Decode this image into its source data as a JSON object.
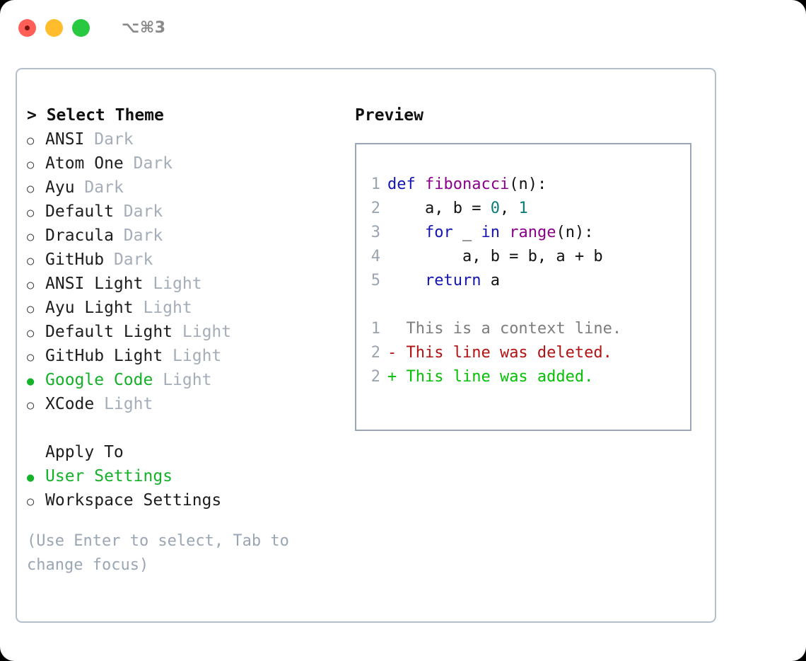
{
  "titlebar": {
    "shortcut": "⌥⌘3",
    "buttons": [
      {
        "name": "close",
        "color": "#ff5f57"
      },
      {
        "name": "minimize",
        "color": "#ffbd2e"
      },
      {
        "name": "maximize",
        "color": "#28c840"
      }
    ]
  },
  "left": {
    "section_title": "> Select Theme",
    "bullet_off": "○",
    "bullet_on": "●",
    "themes": [
      {
        "name": "ANSI",
        "tag": "Dark",
        "selected": false
      },
      {
        "name": "Atom One",
        "tag": "Dark",
        "selected": false
      },
      {
        "name": "Ayu",
        "tag": "Dark",
        "selected": false
      },
      {
        "name": "Default",
        "tag": "Dark",
        "selected": false
      },
      {
        "name": "Dracula",
        "tag": "Dark",
        "selected": false
      },
      {
        "name": "GitHub",
        "tag": "Dark",
        "selected": false
      },
      {
        "name": "ANSI Light",
        "tag": "Light",
        "selected": false
      },
      {
        "name": "Ayu Light",
        "tag": "Light",
        "selected": false
      },
      {
        "name": "Default Light",
        "tag": "Light",
        "selected": false
      },
      {
        "name": "GitHub Light",
        "tag": "Light",
        "selected": false
      },
      {
        "name": "Google Code",
        "tag": "Light",
        "selected": true
      },
      {
        "name": "XCode",
        "tag": "Light",
        "selected": false
      }
    ],
    "apply_to": {
      "heading": "Apply To",
      "options": [
        {
          "name": "User Settings",
          "selected": true
        },
        {
          "name": "Workspace Settings",
          "selected": false
        }
      ]
    },
    "hint": "(Use Enter to select, Tab to change focus)"
  },
  "right": {
    "preview_title": "Preview",
    "code_lines": [
      {
        "num": "1",
        "tokens": [
          {
            "t": "def",
            "c": "kw"
          },
          {
            "t": " ",
            "c": "pl"
          },
          {
            "t": "fibonacci",
            "c": "fn"
          },
          {
            "t": "(n):",
            "c": "pl"
          }
        ]
      },
      {
        "num": "2",
        "tokens": [
          {
            "t": "    a, b = ",
            "c": "pl"
          },
          {
            "t": "0",
            "c": "num"
          },
          {
            "t": ", ",
            "c": "pl"
          },
          {
            "t": "1",
            "c": "num"
          }
        ]
      },
      {
        "num": "3",
        "tokens": [
          {
            "t": "    ",
            "c": "pl"
          },
          {
            "t": "for",
            "c": "kw"
          },
          {
            "t": " _ ",
            "c": "pl"
          },
          {
            "t": "in",
            "c": "kw"
          },
          {
            "t": " ",
            "c": "pl"
          },
          {
            "t": "range",
            "c": "fn"
          },
          {
            "t": "(n):",
            "c": "pl"
          }
        ]
      },
      {
        "num": "4",
        "tokens": [
          {
            "t": "        a, b = b, a + b",
            "c": "pl"
          }
        ]
      },
      {
        "num": "5",
        "tokens": [
          {
            "t": "    ",
            "c": "pl"
          },
          {
            "t": "return",
            "c": "kw"
          },
          {
            "t": " a",
            "c": "pl"
          }
        ]
      }
    ],
    "diff_lines": [
      {
        "num": "1",
        "marker": " ",
        "text": " This is a context line.",
        "kind": "ctx"
      },
      {
        "num": "2",
        "marker": "-",
        "text": " This line was deleted.",
        "kind": "del"
      },
      {
        "num": "2",
        "marker": "+",
        "text": " This line was added.",
        "kind": "add"
      }
    ]
  },
  "colors": {
    "accent_green": "#14b02a",
    "muted_grey": "#a4adb8",
    "hint_blue_grey": "#9aa6b4",
    "panel_border": "#b4bfcb",
    "preview_border": "#9aa7b6",
    "kw_blue": "#1414b4",
    "fn_purple": "#8c008c",
    "num_teal": "#0a7c7c",
    "diff_del_red": "#b31212",
    "diff_add_green": "#06bf06",
    "line_number": "#9aa5b1"
  }
}
